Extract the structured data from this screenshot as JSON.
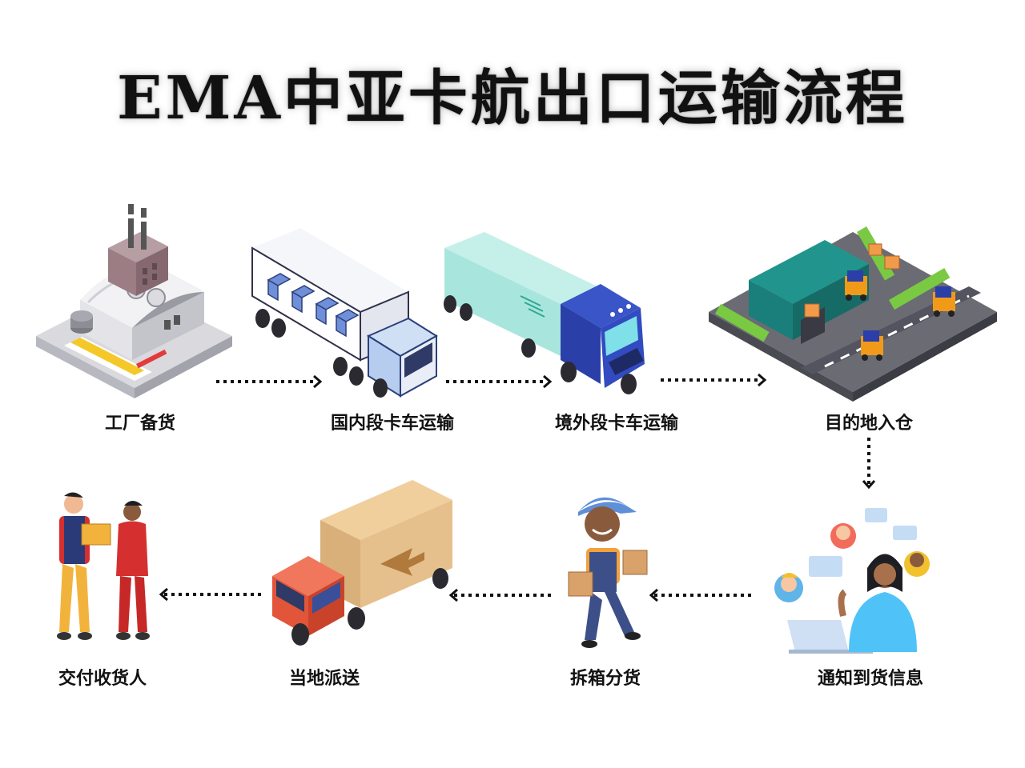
{
  "title": "EMA中亚卡航出口运输流程",
  "steps": [
    {
      "label": "工厂备货",
      "icon": "factory-icon"
    },
    {
      "label": "国内段卡车运输",
      "icon": "domestic-truck-icon"
    },
    {
      "label": "境外段卡车运输",
      "icon": "overseas-truck-icon"
    },
    {
      "label": "目的地入仓",
      "icon": "warehouse-icon"
    },
    {
      "label": "通知到货信息",
      "icon": "customer-service-icon"
    },
    {
      "label": "拆箱分货",
      "icon": "delivery-worker-icon"
    },
    {
      "label": "当地派送",
      "icon": "delivery-truck-icon"
    },
    {
      "label": "交付收货人",
      "icon": "handover-icon"
    }
  ],
  "colors": {
    "text": "#111111",
    "arrow": "#111111",
    "warehouse_roof": "#1a7f7a",
    "truck_blue": "#2a3fa8",
    "truck_mint": "#a8e6dd",
    "truck_red": "#e2553a",
    "cargo_tan": "#e6c08c",
    "person_red": "#d62f2f",
    "person_yellow": "#f2b33d"
  }
}
